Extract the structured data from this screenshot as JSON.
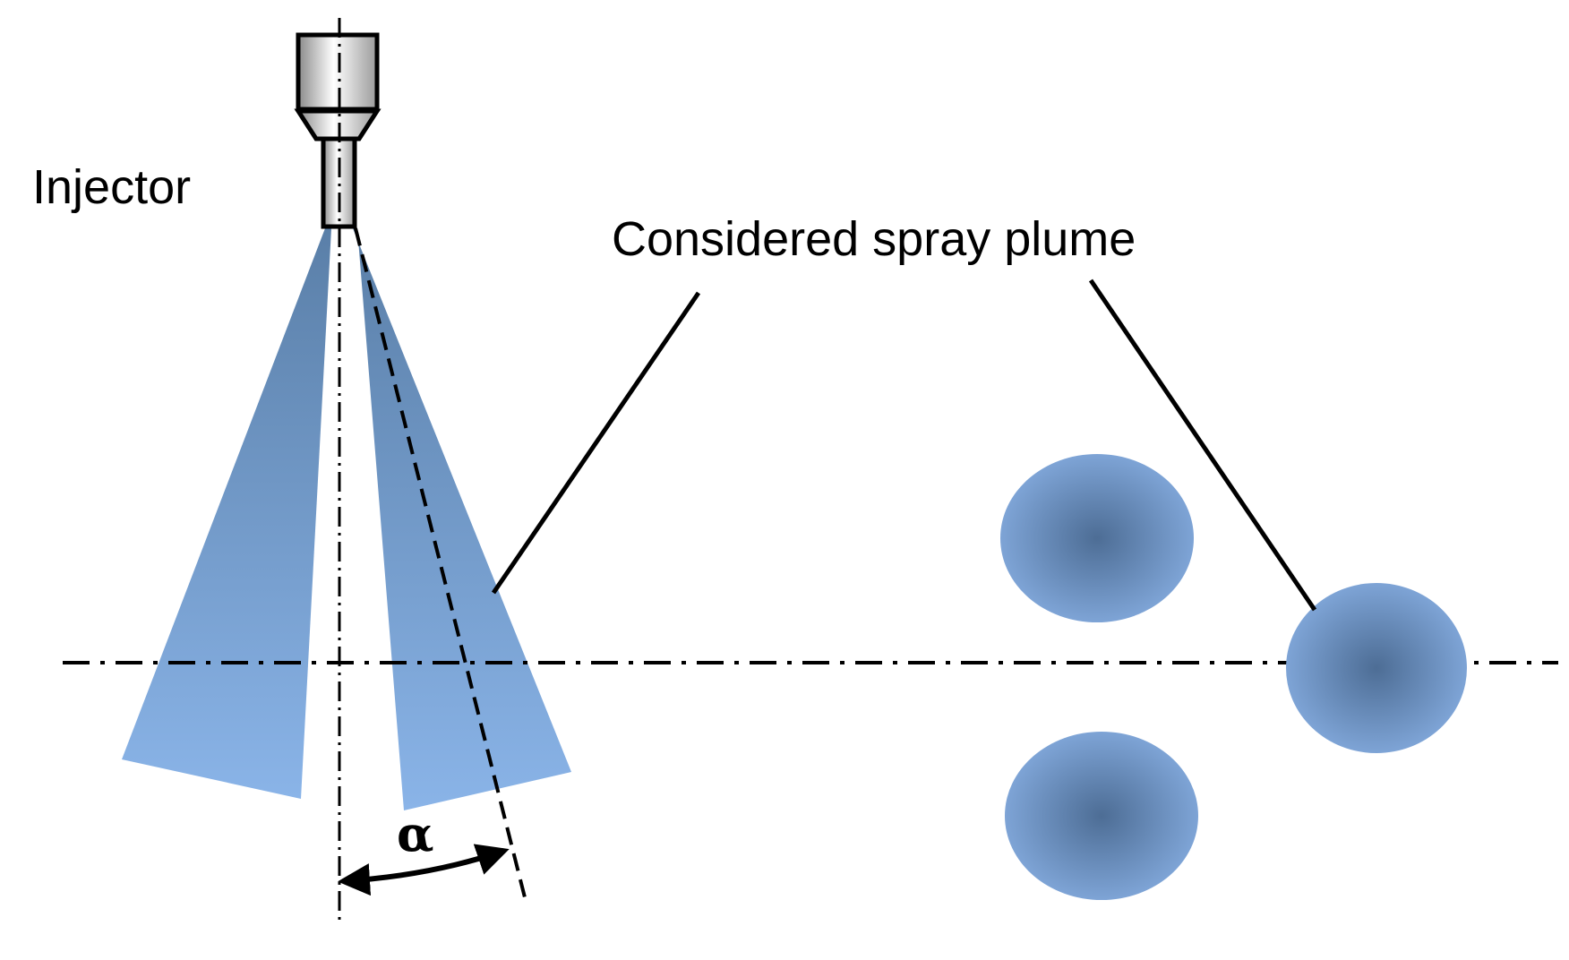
{
  "labels": {
    "injector": "Injector",
    "considered_plume": "Considered spray plume",
    "angle": "α"
  },
  "colors": {
    "plume_top": "#5a7fa8",
    "plume_bottom": "#8ab4e8",
    "blob_center": "#4d6d95",
    "blob_edge": "#7ea4d6",
    "injector_body_light": "#ffffff",
    "injector_body_dark": "#8a8a8a",
    "line": "#000000"
  }
}
